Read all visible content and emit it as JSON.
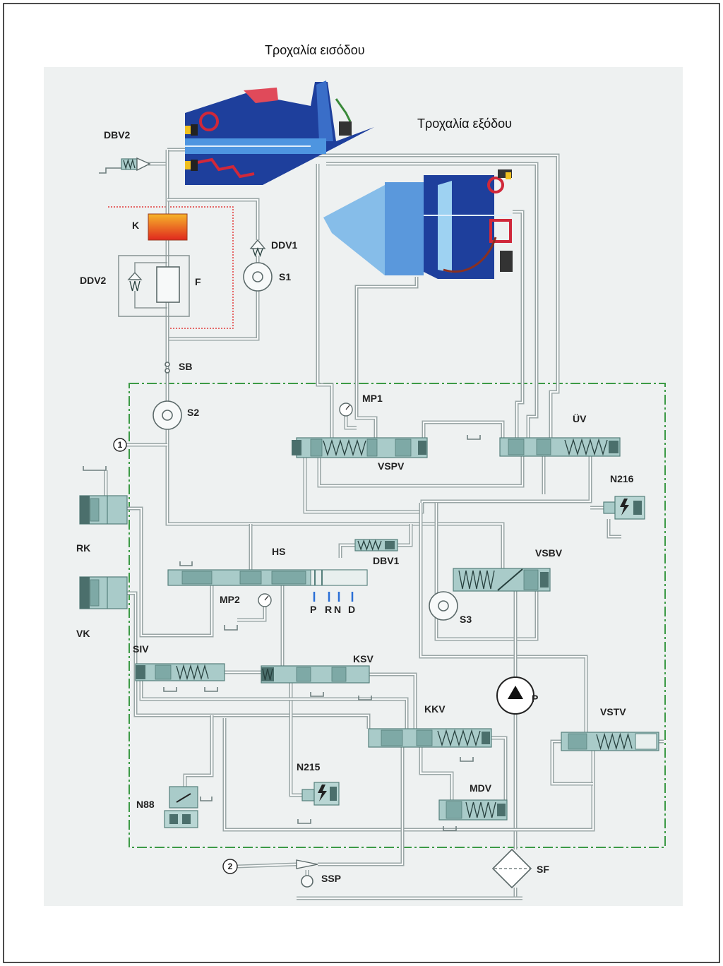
{
  "pulleys": {
    "input": "Τροχαλία εισόδου",
    "output": "Τροχαλία εξόδου"
  },
  "labels": {
    "dbv2": "DBV2",
    "k": "K",
    "ddv1": "DDV1",
    "s1": "S1",
    "ddv2": "DDV2",
    "f": "F",
    "sb": "SB",
    "mp1": "MP1",
    "s2": "S2",
    "uv": "ÜV",
    "vspv": "VSPV",
    "n216": "N216",
    "rk": "RK",
    "hs": "HS",
    "dbv1": "DBV1",
    "vsbv": "VSBV",
    "mp2": "MP2",
    "s3": "S3",
    "vk": "VK",
    "siv": "SIV",
    "ksv": "KSV",
    "p": "P",
    "kkv": "KKV",
    "vstv": "VSTV",
    "n215": "N215",
    "mdv": "MDV",
    "n88": "N88",
    "ssp": "SSP",
    "sf": "SF"
  },
  "markers": {
    "one": "1",
    "two": "2"
  },
  "selector_positions": [
    "P",
    "R",
    "N",
    "D"
  ],
  "colors": {
    "pipe": "#9aa6a6",
    "valve": "#a9cbc9",
    "control_boundary": "#3c9a46",
    "cooler_boundary": "#e23b3b",
    "pulley_blue": "#1e3f9c",
    "selector_marks": "#2a6fd6"
  }
}
